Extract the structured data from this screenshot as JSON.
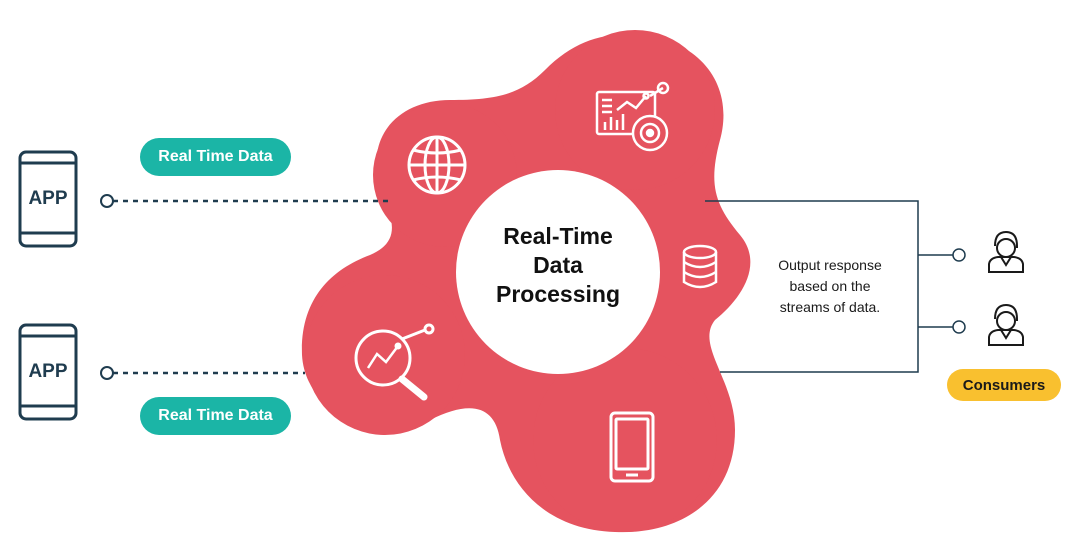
{
  "diagram": {
    "center_title": [
      "Real-Time",
      "Data",
      "Processing"
    ],
    "sources": [
      {
        "device_label": "APP",
        "stream_label": "Real Time Data"
      },
      {
        "device_label": "APP",
        "stream_label": "Real Time Data"
      }
    ],
    "output_description": [
      "Output response",
      "based on the",
      "streams of data."
    ],
    "consumers_label": "Consumers",
    "icons": [
      "globe-icon",
      "dashboard-analytics-icon",
      "database-icon",
      "analytics-search-icon",
      "tablet-icon",
      "consumer-icon"
    ],
    "colors": {
      "blob": "#e5535f",
      "teal": "#1bb5a6",
      "yellow": "#f9c02f",
      "device": "#1f3c4f",
      "line": "#1f3c4f"
    }
  }
}
